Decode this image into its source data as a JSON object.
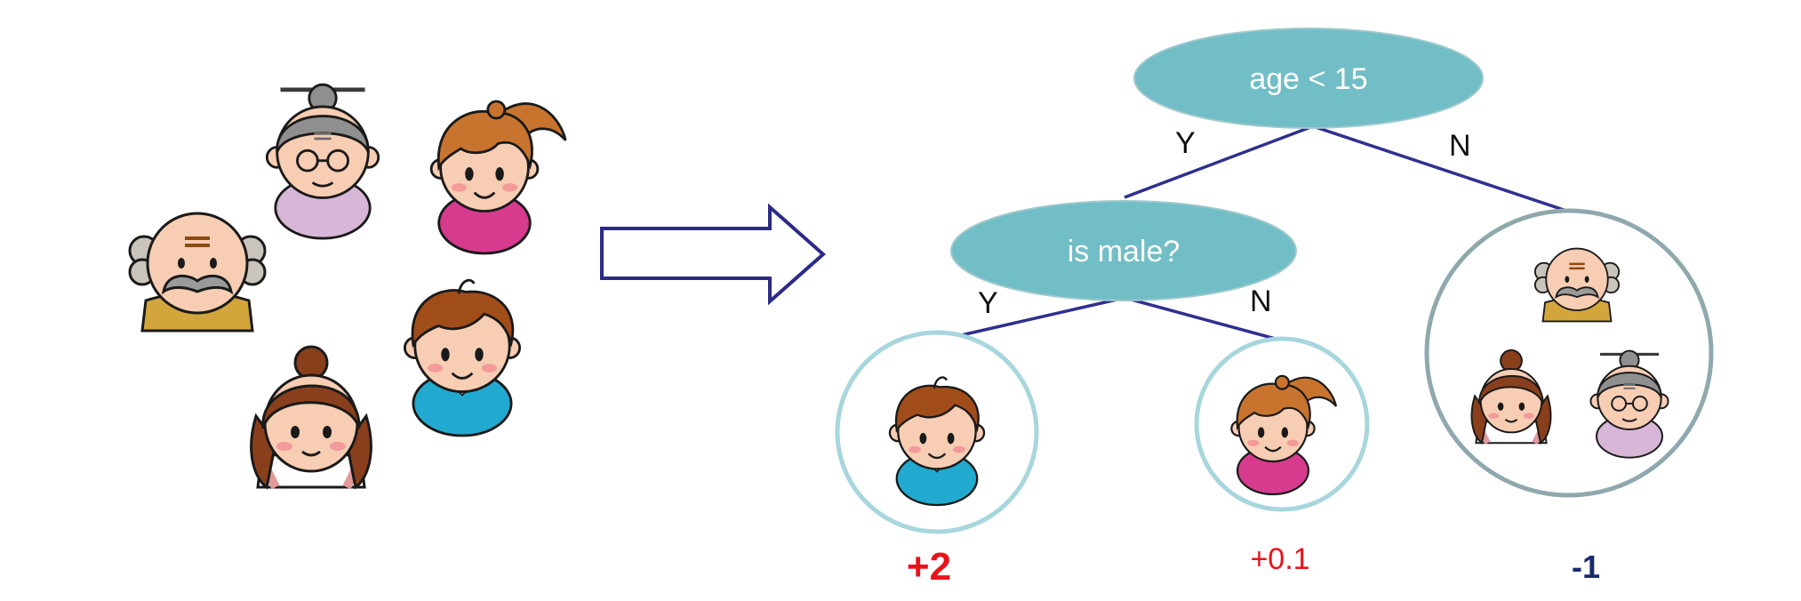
{
  "tree": {
    "root": {
      "label": "age < 15",
      "yes_label": "Y",
      "no_label": "N"
    },
    "inner": {
      "label": "is male?",
      "yes_label": "Y",
      "no_label": "N"
    },
    "leaves": [
      {
        "score": "+2",
        "color": "#e8141b",
        "bold": true
      },
      {
        "score": "+0.1",
        "color": "#e8141b",
        "bold": false
      },
      {
        "score": "-1",
        "color": "#1a2b6d",
        "bold": true
      }
    ]
  },
  "colors": {
    "node_fill": "#72bec6",
    "edge": "#2f2f8f",
    "leaf_ring": "#a7d6dd",
    "leaf_ring_outer": "#8fa8ad",
    "arrow": "#2b2b86"
  },
  "icons": [
    "grandpa-icon",
    "grandma-icon",
    "girl-icon",
    "boy-icon",
    "mother-icon"
  ]
}
